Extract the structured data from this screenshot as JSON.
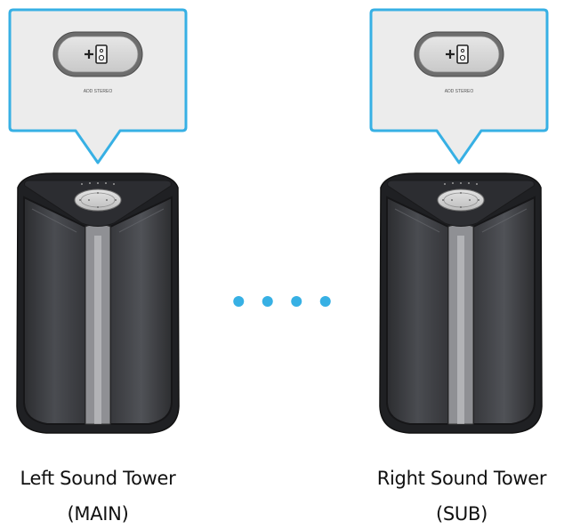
{
  "accent_color": "#37b0e4",
  "button": {
    "icon": "add-stereo-icon",
    "caption": "ADD STEREO"
  },
  "connection": {
    "icon": "pairing-dots",
    "dot_count": 4
  },
  "towers": [
    {
      "id": "left",
      "name": "Left Sound Tower",
      "role": "(MAIN)"
    },
    {
      "id": "right",
      "name": "Right Sound Tower",
      "role": "(SUB)"
    }
  ]
}
